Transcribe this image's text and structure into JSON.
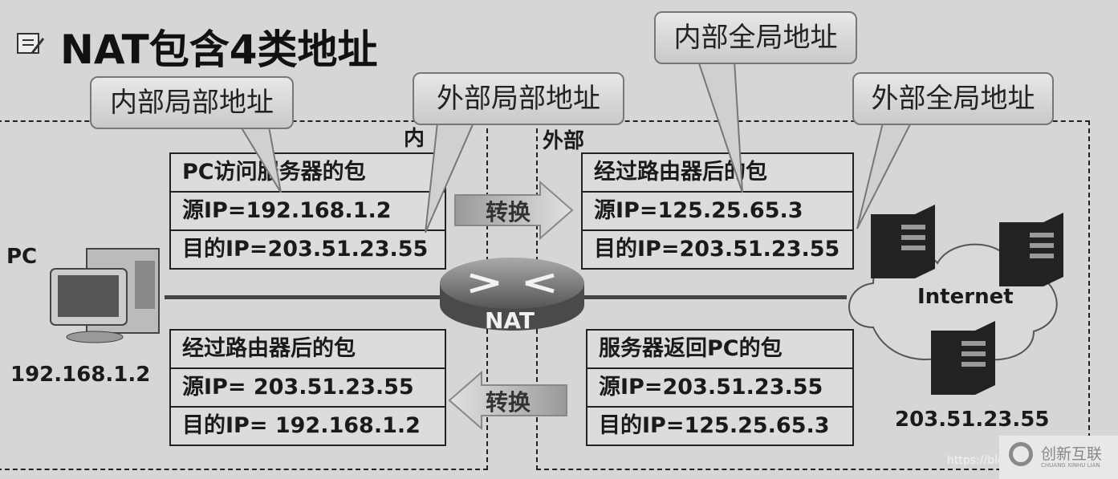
{
  "title": "NAT包含4类地址",
  "regions": {
    "inside": "内",
    "outside": "外部"
  },
  "callouts": [
    "内部局部地址",
    "外部局部地址",
    "内部全局地址",
    "外部全局地址"
  ],
  "pc": {
    "label": "PC",
    "ip": "192.168.1.2"
  },
  "server": {
    "ip": "203.51.23.55",
    "cloud": "Internet"
  },
  "router": "NAT",
  "convert": "转换",
  "tables": {
    "top_left": [
      "PC访问服务器的包",
      "源IP=192.168.1.2",
      "目的IP=203.51.23.55"
    ],
    "top_right": [
      "经过路由器后的包",
      "源IP=125.25.65.3",
      "目的IP=203.51.23.55"
    ],
    "bottom_left": [
      "经过路由器后的包",
      "源IP= 203.51.23.55",
      "目的IP= 192.168.1.2"
    ],
    "bottom_right": [
      "服务器返回PC的包",
      "源IP=203.51.23.55",
      "目的IP=125.25.65.3"
    ]
  },
  "watermark": {
    "url": "https://blo",
    "brand": "创新互联",
    "brand_sub": "CHUANG XINHU LIAN"
  }
}
